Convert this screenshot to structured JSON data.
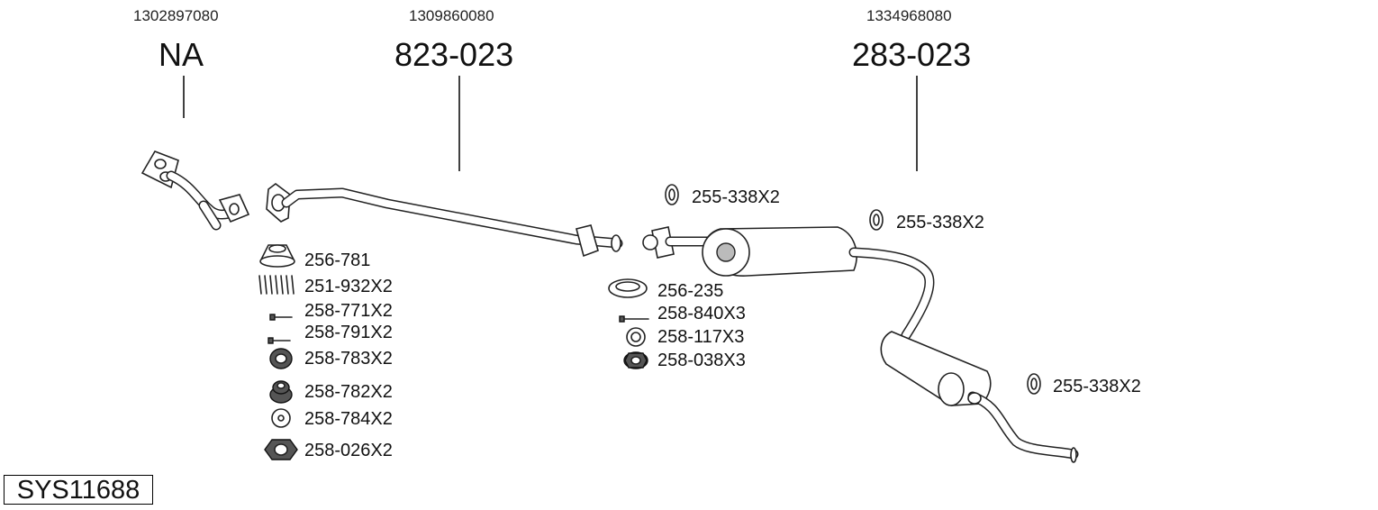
{
  "components": [
    {
      "oem": "1302897080",
      "part": "NA"
    },
    {
      "oem": "1309860080",
      "part": "823-023"
    },
    {
      "oem": "1334968080",
      "part": "283-023"
    }
  ],
  "accessories_left": [
    {
      "label": "256-781",
      "icon": "gasket-ring-icon"
    },
    {
      "label": "251-932X2",
      "icon": "spring-icon"
    },
    {
      "label": "258-771X2",
      "icon": "bolt-icon"
    },
    {
      "label": "258-791X2",
      "icon": "bolt-icon"
    },
    {
      "label": "258-783X2",
      "icon": "nut-icon"
    },
    {
      "label": "258-782X2",
      "icon": "spring-nut-icon"
    },
    {
      "label": "258-784X2",
      "icon": "washer-icon"
    },
    {
      "label": "258-026X2",
      "icon": "hex-nut-icon"
    }
  ],
  "accessories_mid": [
    {
      "label": "256-235",
      "icon": "gasket-ring-icon"
    },
    {
      "label": "258-840X3",
      "icon": "bolt-icon"
    },
    {
      "label": "258-117X3",
      "icon": "washer-icon"
    },
    {
      "label": "258-038X3",
      "icon": "flange-nut-icon"
    }
  ],
  "hangers": [
    {
      "label": "255-338X2",
      "icon": "rubber-hanger-icon"
    },
    {
      "label": "255-338X2",
      "icon": "rubber-hanger-icon"
    },
    {
      "label": "255-338X2",
      "icon": "rubber-hanger-icon"
    }
  ],
  "system_id": "SYS11688"
}
